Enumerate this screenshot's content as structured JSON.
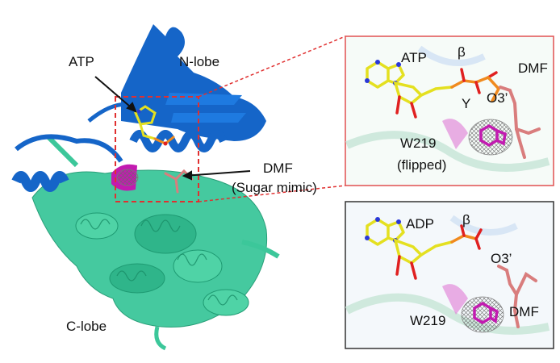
{
  "colors": {
    "n_lobe": "#1565c8",
    "c_lobe": "#3cc79a",
    "atp_carbon": "#e4e020",
    "phosphate": "#f08a1e",
    "oxygen": "#e02020",
    "nitrogen": "#2a38d8",
    "trp_magenta": "#c21bb0",
    "dmf_salmon": "#d97d7d",
    "box_red": "#e03030",
    "panel_border_top": "#e05050",
    "panel_border_bottom": "#333333"
  },
  "overview": {
    "label_n_lobe": "N-lobe",
    "label_c_lobe": "C-lobe",
    "label_atp": "ATP",
    "label_dmf": "DMF",
    "label_dmf_note": "(Sugar mimic)"
  },
  "panel_top": {
    "label_ligand": "ATP",
    "label_beta": "β",
    "label_gamma": "Y",
    "label_o3": "O3’",
    "label_dmf": "DMF",
    "label_w219": "W219",
    "label_flipped": "(flipped)"
  },
  "panel_bottom": {
    "label_ligand": "ADP",
    "label_beta": "β",
    "label_o3": "O3’",
    "label_dmf": "DMF",
    "label_w219": "W219"
  }
}
